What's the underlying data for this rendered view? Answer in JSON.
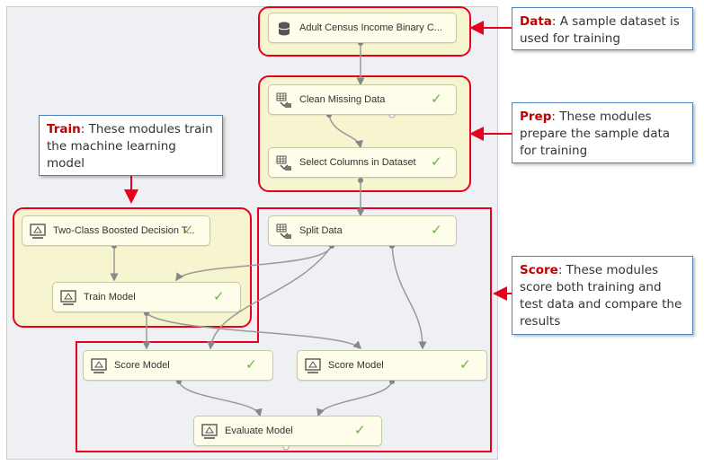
{
  "modules": {
    "dataset": {
      "label": "Adult Census Income Binary C..."
    },
    "clean": {
      "label": "Clean Missing Data"
    },
    "select": {
      "label": "Select Columns in Dataset"
    },
    "boosted": {
      "label": "Two-Class Boosted Decision T..."
    },
    "split": {
      "label": "Split Data"
    },
    "train": {
      "label": "Train Model"
    },
    "score1": {
      "label": "Score Model"
    },
    "score2": {
      "label": "Score Model"
    },
    "evaluate": {
      "label": "Evaluate Model"
    }
  },
  "callouts": {
    "data": {
      "title": "Data",
      "text": ": A sample dataset is used for training"
    },
    "prep": {
      "title": "Prep",
      "text": ": These modules prepare the sample data for training"
    },
    "train": {
      "title": "Train",
      "text": ": These modules train the machine learning model"
    },
    "score": {
      "title": "Score",
      "text": ": These modules score both training and test data and compare the results"
    }
  },
  "icons": {
    "dataset": "database-icon",
    "transform": "table-transform-icon",
    "model": "model-icon"
  },
  "colors": {
    "highlight": "#e8001c",
    "module_fill": "#fdfde9",
    "region_fill": "#f6f5cf",
    "check": "#6cb14a",
    "callout_border": "#4f81bd",
    "callout_text": "#c00000"
  }
}
